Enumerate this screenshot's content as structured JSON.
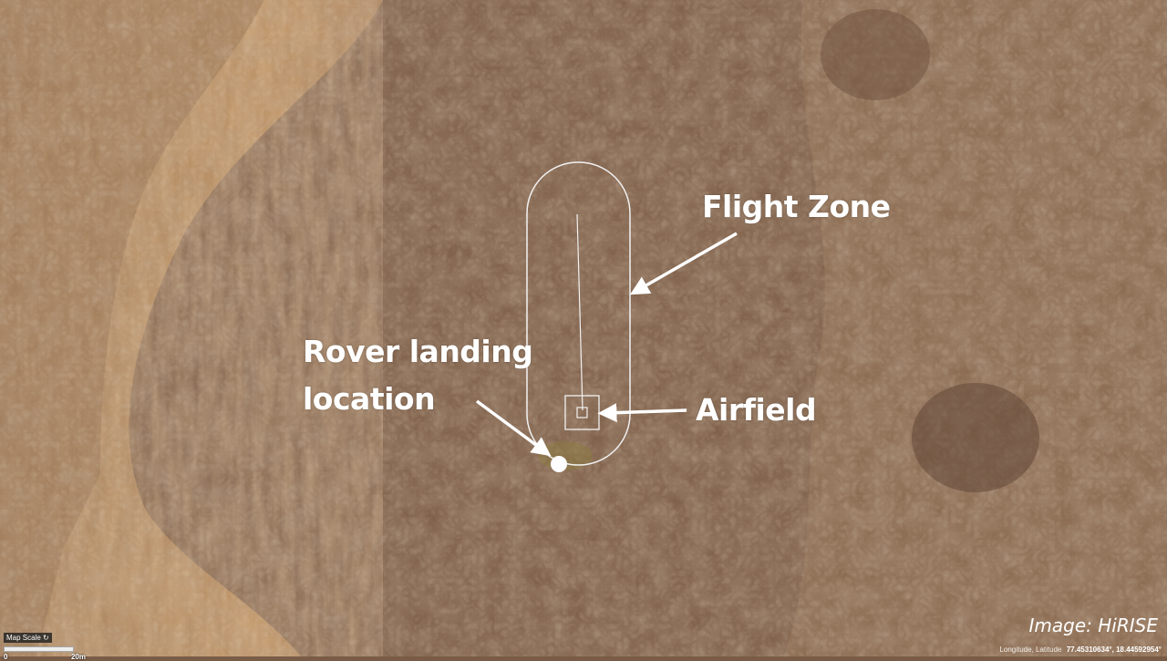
{
  "map": {
    "type": "satellite-imagery",
    "background_colors": {
      "sand": "#b68a5c",
      "ground": "#7a5c46",
      "dark": "#5f4535",
      "highlight": "#c9a780"
    }
  },
  "annotations": {
    "flight_zone": {
      "label": "Flight Zone"
    },
    "airfield": {
      "label": "Airfield"
    },
    "rover_landing": {
      "label_line1": "Rover landing",
      "label_line2": "location"
    }
  },
  "credit": {
    "text": "Image: HiRISE"
  },
  "coordinates": {
    "label": "Longitude, Latitude",
    "value": "77.45310634°, 18.44592954°"
  },
  "scale": {
    "title": "Map Scale",
    "reset_icon": "↻",
    "min": "0",
    "max": "20m"
  }
}
